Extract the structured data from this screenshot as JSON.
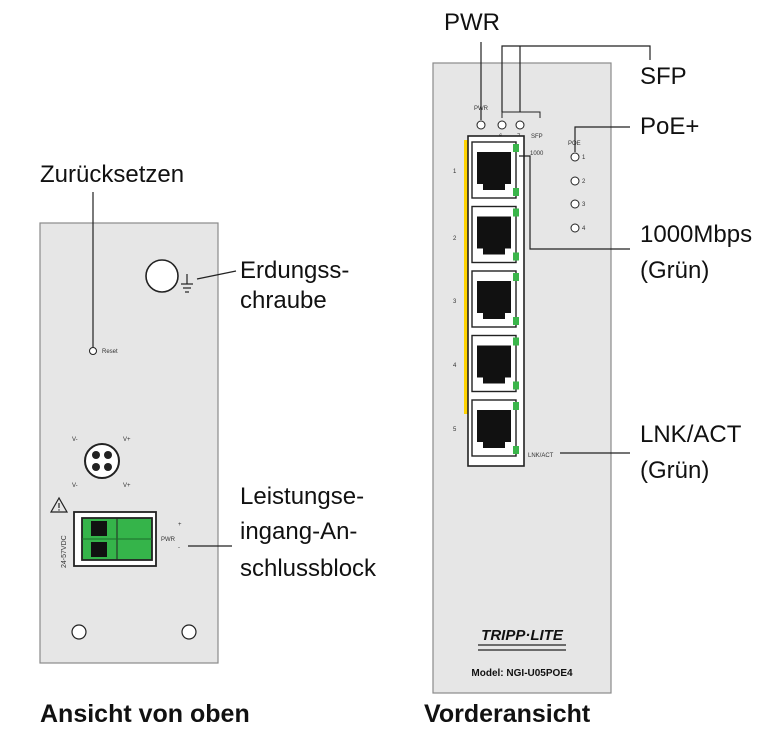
{
  "top_view": {
    "caption": "Ansicht von oben",
    "callouts": {
      "reset": "Zurücksetzen",
      "ground_line1": "Erdungss-",
      "ground_line2": "chraube",
      "power_line1": "Leistungse-",
      "power_line2": "ingang-An-",
      "power_line3": "schlussblock"
    },
    "panel_text": {
      "reset_label": "Reset",
      "voltage": "24-57VDC",
      "pwr_label": "PWR",
      "pin_v1": "V-",
      "pin_v2": "V+",
      "pin_v3": "V-",
      "pin_v4": "V+"
    }
  },
  "front_view": {
    "caption": "Vorderansicht",
    "callouts": {
      "pwr": "PWR",
      "sfp": "SFP",
      "poe": "PoE+",
      "speed_line1": "1000Mbps",
      "speed_line2": "(Grün)",
      "lnk_line1": "LNK/ACT",
      "lnk_line2": "(Grün)"
    },
    "panel_text": {
      "pwr_label": "PWR",
      "sfp_port6": "6",
      "sfp_port7": "7",
      "sfp_label": "SFP",
      "speed_label": "1000",
      "poe_label": "POE",
      "poe_1": "1",
      "poe_2": "2",
      "poe_3": "3",
      "poe_4": "4",
      "port_1": "1",
      "port_2": "2",
      "port_3": "3",
      "port_4": "4",
      "port_5": "5",
      "lnk_label": "LNK/ACT",
      "brand": "TRIPP·LITE",
      "model": "Model: NGI-U05POE4"
    }
  },
  "colors": {
    "panel": "#e6e6e6",
    "led_green": "#3ab54a",
    "yellow_strip": "#ffd400",
    "terminal_green": "#35b44a"
  }
}
